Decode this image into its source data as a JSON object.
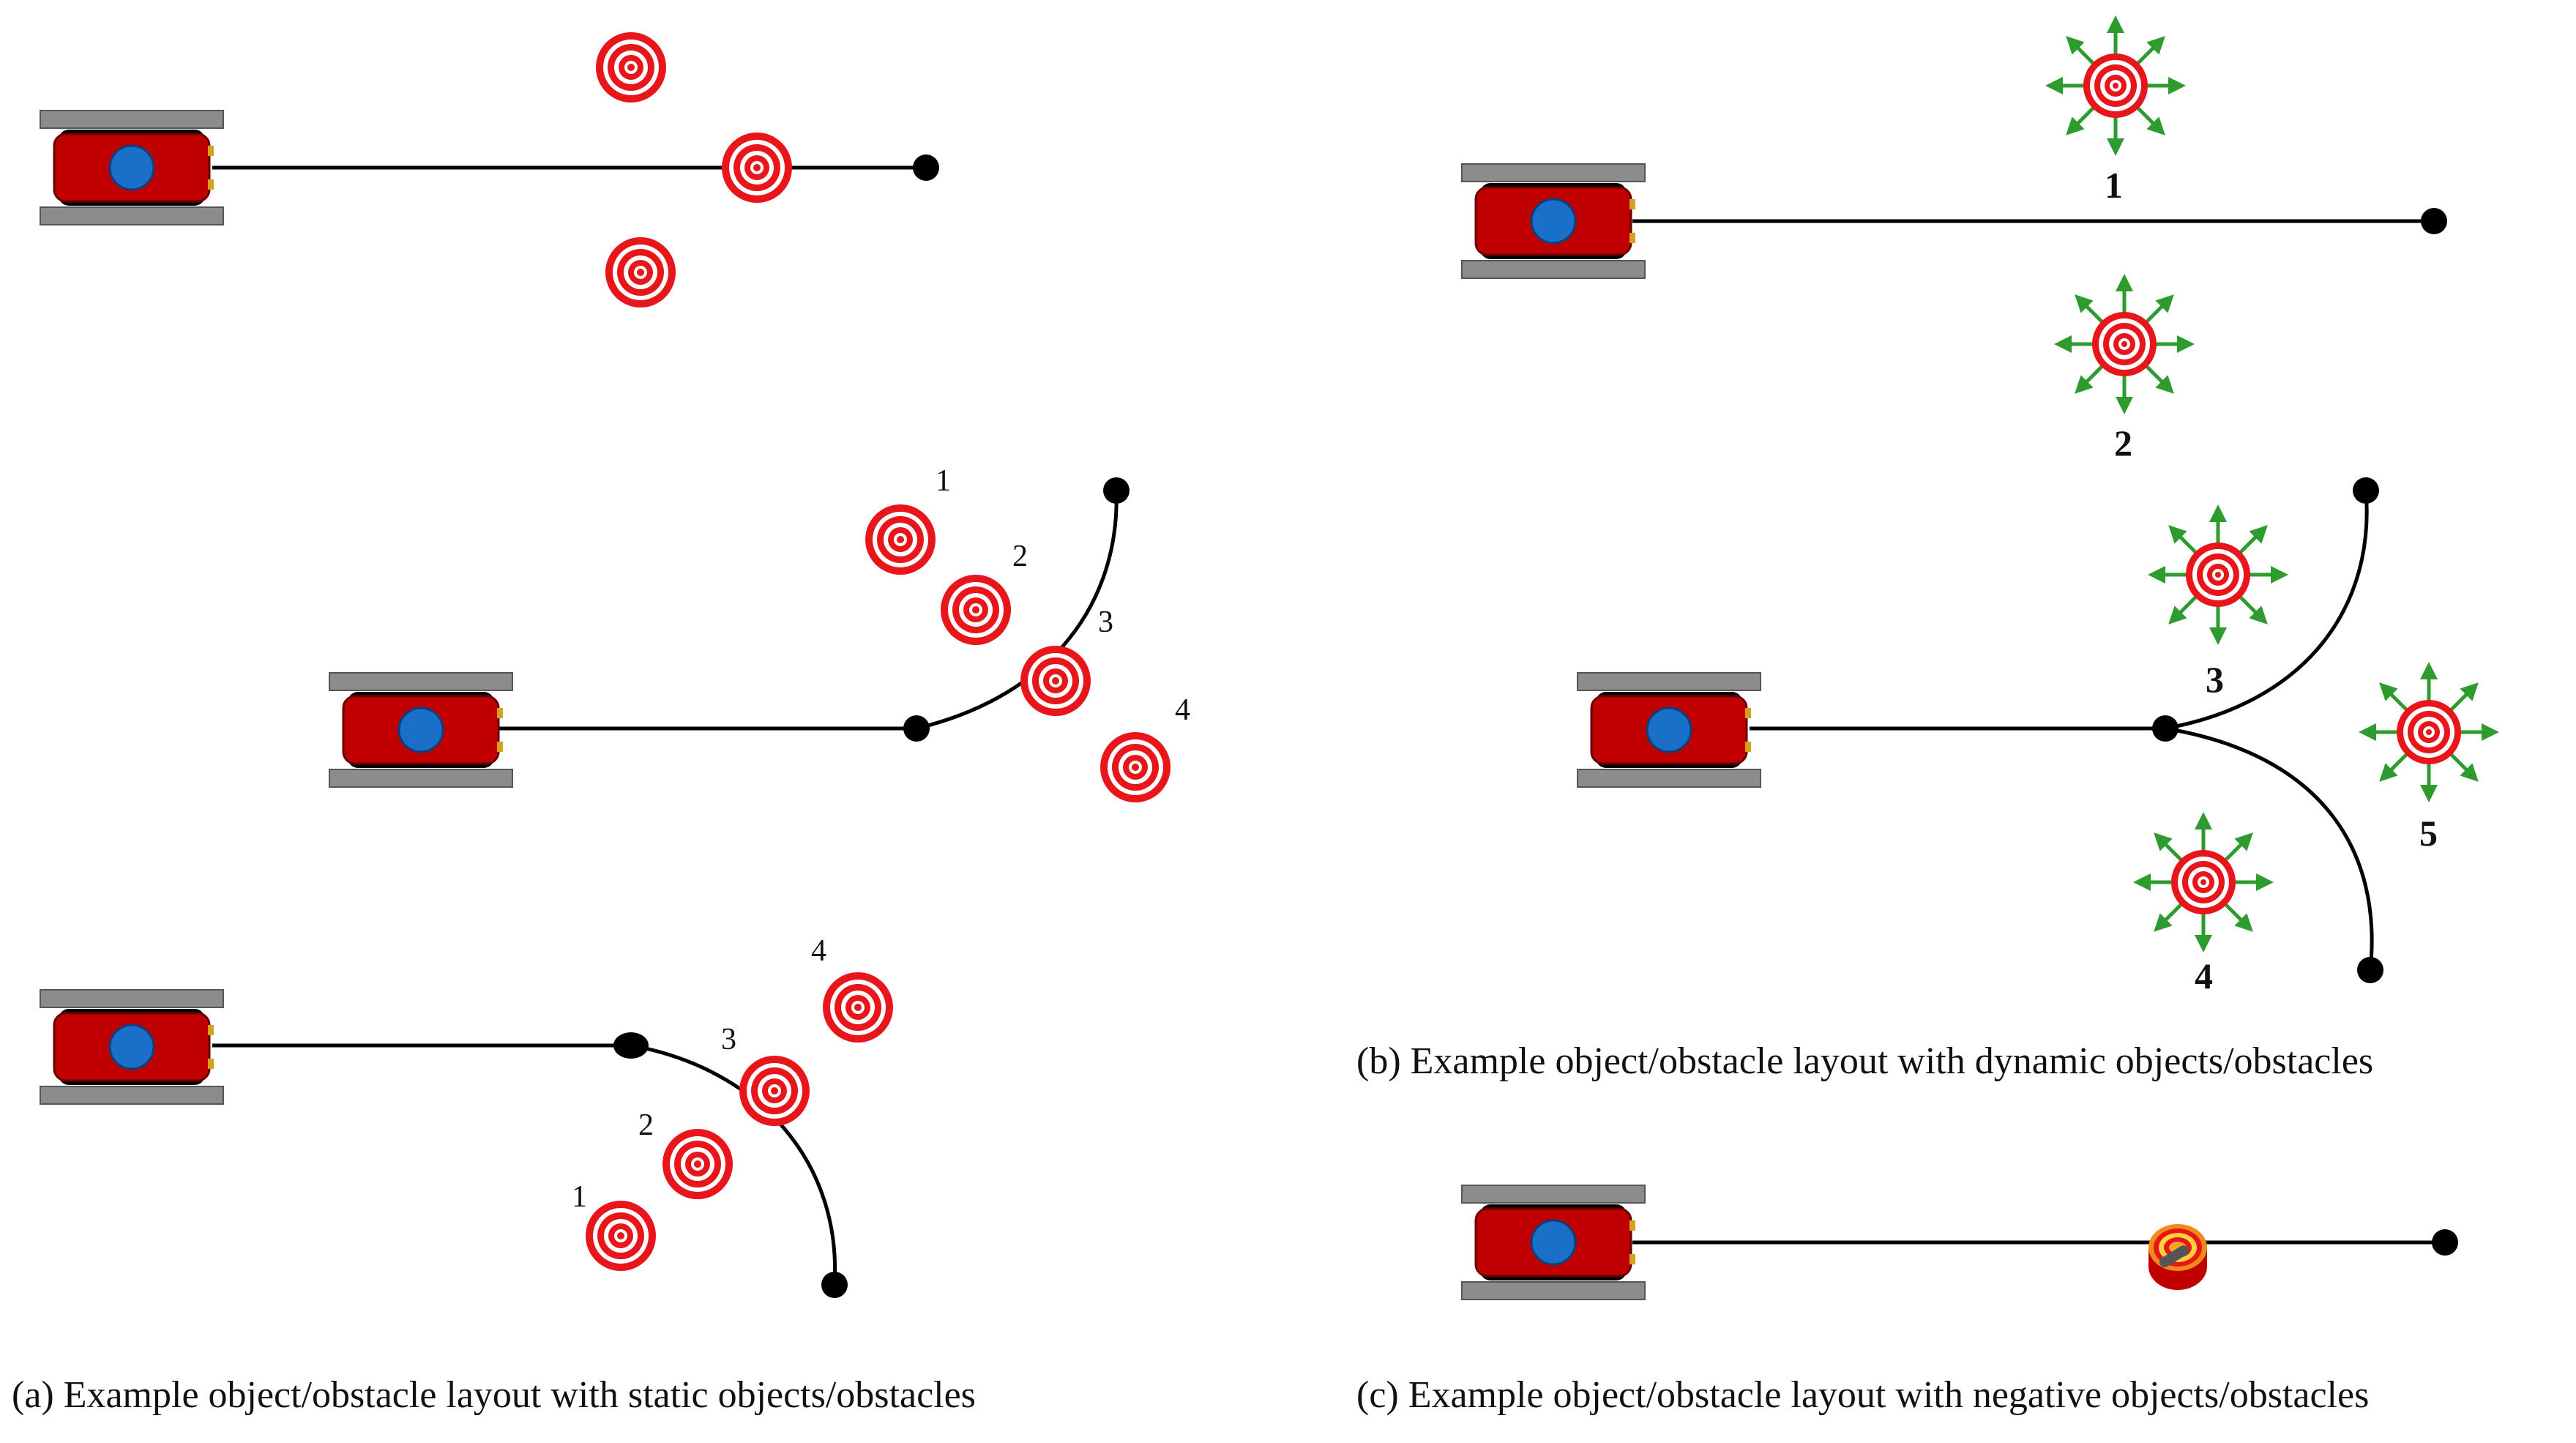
{
  "captions": {
    "a": "(a) Example object/obstacle layout with static objects/obstacles",
    "b": "(b) Example object/obstacle layout with dynamic objects/obstacles",
    "c": "(c) Example object/obstacle layout with negative objects/obstacles"
  },
  "labels": {
    "a2": [
      "1",
      "2",
      "3",
      "4"
    ],
    "a3": [
      "1",
      "2",
      "3",
      "4"
    ],
    "b": [
      "1",
      "2",
      "3",
      "4",
      "5"
    ]
  },
  "colors": {
    "robot_body": "#c00000",
    "robot_sensor": "#1a6fc9",
    "track": "#8c8c8c",
    "target_ring": "#e8151b",
    "motion_arrow": "#2e9b2e",
    "path": "#000000"
  },
  "icons": {
    "robot": "tracked-robot-icon",
    "static_target": "target-icon",
    "dynamic_target": "moving-target-icon",
    "negative_obstacle": "pit-hole-icon"
  }
}
